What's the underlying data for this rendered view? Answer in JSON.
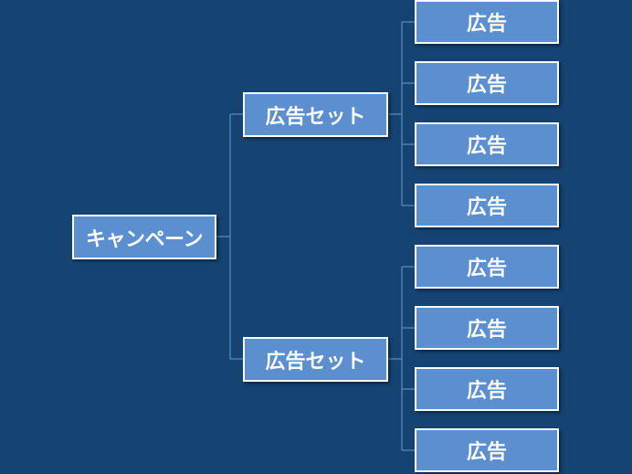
{
  "diagram": {
    "campaign": {
      "label": "キャンペーン"
    },
    "ad_sets": [
      {
        "label": "広告セット",
        "ads": [
          {
            "label": "広告"
          },
          {
            "label": "広告"
          },
          {
            "label": "広告"
          },
          {
            "label": "広告"
          }
        ]
      },
      {
        "label": "広告セット",
        "ads": [
          {
            "label": "広告"
          },
          {
            "label": "広告"
          },
          {
            "label": "広告"
          },
          {
            "label": "広告"
          }
        ]
      }
    ]
  },
  "colors": {
    "background": "#154372",
    "node_fill": "#5b8fd0",
    "node_border": "#ffffff",
    "connector": "#5b86bd",
    "text": "#ffffff"
  }
}
